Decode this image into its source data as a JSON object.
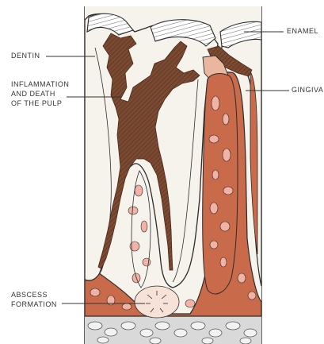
{
  "labels": {
    "dentin": "DENTIN",
    "pulp_line1": "INFLAMMATION",
    "pulp_line2": "AND DEATH",
    "pulp_line3": "OF THE PULP",
    "abscess_line1": "ABSCESS",
    "abscess_line2": "FORMATION",
    "enamel": "ENAMEL",
    "gingiva": "GINGIVA"
  },
  "colors": {
    "dentin": "#f6f3ec",
    "necrotic_pulp": "#7a4a33",
    "healthy_pulp": "#c96a4a",
    "bone_spot": "#f2b3a6",
    "abscess": "#f7e2d8",
    "enamel": "#ffffff",
    "gingiva": "#e8b79e",
    "bone_base": "#d9d9d9",
    "outline": "#2b2b2b"
  }
}
